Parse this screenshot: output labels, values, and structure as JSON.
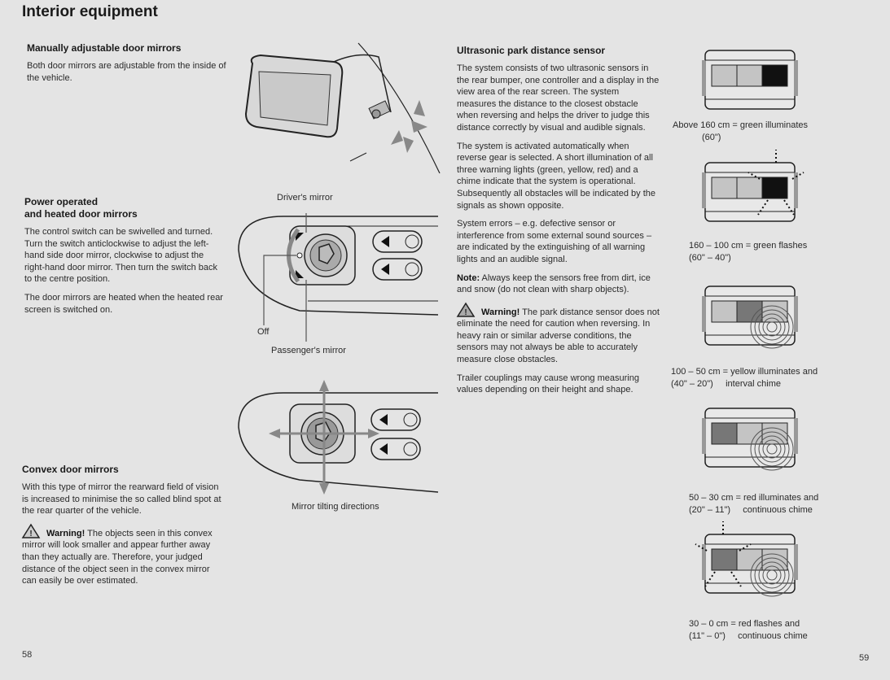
{
  "page_title": "Interior equipment",
  "left": {
    "manual": {
      "heading": "Manually adjustable door mirrors",
      "text": "Both door mirrors are adjustable from the inside of the vehicle."
    },
    "power": {
      "heading_line1": "Power operated",
      "heading_line2": "and heated door mirrors",
      "text1": "The control switch can be swivelled and turned. Turn the switch anticlockwise to adjust the left-hand side door mirror, clockwise to adjust the right-hand door mirror. Then turn the switch back to the centre position.",
      "text2": "The door mirrors are heated when the heated rear screen is switched on."
    },
    "convex": {
      "heading": "Convex door mirrors",
      "text": "With this type of mirror the rearward field of vision is increased to minimise the so called blind spot at the rear quarter of the vehicle.",
      "warning_label": "Warning!",
      "warning_text": " The objects seen in this convex mirror will look smaller and appear further away than they actually are. Therefore, your judged distance of the object seen in the convex mirror can easily be over estimated."
    },
    "page_number": "58"
  },
  "figures": {
    "drivers_mirror": "Driver's mirror",
    "off": "Off",
    "passengers_mirror": "Passenger's mirror",
    "tilting": "Mirror tilting directions"
  },
  "middle": {
    "heading": "Ultrasonic park distance sensor",
    "p1": "The system consists of two ultrasonic sensors in the rear bumper, one controller and a display in the view area of the rear screen. The system measures the distance to the closest obstacle when reversing and helps the driver to judge this distance correctly by visual and audible signals.",
    "p2": "The system is activated automatically when reverse gear is selected. A short illumination of all three warning lights (green, yellow, red) and a chime indicate that the system is operational. Subsequently all obstacles will be indicated by the signals as shown opposite.",
    "p3": "System errors – e.g. defective sensor or interference from some external sound sources – are indicated by the extinguishing of all warning lights and an audible signal.",
    "note_label": "Note:",
    "note_text": " Always keep the sensors free from dirt, ice and snow (do not clean with sharp objects).",
    "warning_label": "Warning!",
    "warning_text": " The park distance sensor does not eliminate the need for caution when reversing. In heavy rain or similar adverse conditions, the sensors may not always be able to accurately measure close obstacles.",
    "p4": "Trailer couplings may cause wrong measuring values depending on their height and shape."
  },
  "right": {
    "states": [
      {
        "line1": "Above 160 cm = green illuminates",
        "line2": "(60\")"
      },
      {
        "line1": "160 – 100 cm = green flashes",
        "line2": "(60\" – 40\")"
      },
      {
        "line1": "100 – 50 cm = yellow illuminates and",
        "line2": "(40\" – 20\")     interval chime"
      },
      {
        "line1": "50 – 30 cm = red illuminates and",
        "line2": "(20\" – 11\")     continuous chime"
      },
      {
        "line1": "30 – 0 cm = red flashes and",
        "line2": "(11\" – 0\")     continuous chime"
      }
    ],
    "page_number": "59"
  }
}
